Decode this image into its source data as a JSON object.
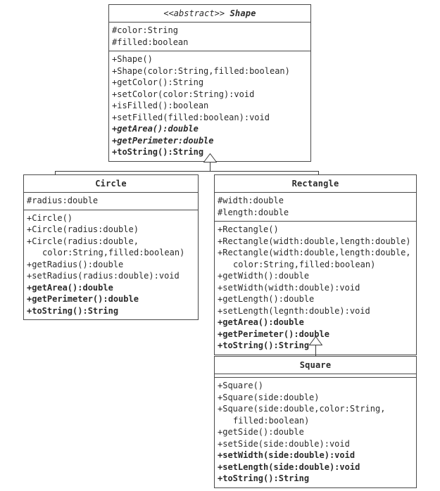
{
  "diagram": {
    "type": "uml-class-diagram",
    "title": "Shape class hierarchy",
    "stroke_color": "#4a4a4a",
    "text_color": "#2b2b2b",
    "background": "#ffffff"
  },
  "classes": {
    "shape": {
      "stereotype": "<<abstract>>",
      "name": "Shape",
      "is_abstract": true,
      "attributes": [
        {
          "text": "#color:String",
          "style": "normal"
        },
        {
          "text": "#filled:boolean",
          "style": "normal"
        }
      ],
      "operations": [
        {
          "text": "+Shape()",
          "style": "normal"
        },
        {
          "text": "+Shape(color:String,filled:boolean)",
          "style": "normal"
        },
        {
          "text": "+getColor():String",
          "style": "normal"
        },
        {
          "text": "+setColor(color:String):void",
          "style": "normal"
        },
        {
          "text": "+isFilled():boolean",
          "style": "normal"
        },
        {
          "text": "+setFilled(filled:boolean):void",
          "style": "normal"
        },
        {
          "text": "+getArea():double",
          "style": "bold-italic"
        },
        {
          "text": "+getPerimeter:double",
          "style": "bold-italic"
        },
        {
          "text": "+toString():String",
          "style": "bold"
        }
      ]
    },
    "circle": {
      "name": "Circle",
      "is_abstract": false,
      "attributes": [
        {
          "text": "#radius:double",
          "style": "normal"
        }
      ],
      "operations": [
        {
          "text": "+Circle()",
          "style": "normal"
        },
        {
          "text": "+Circle(radius:double)",
          "style": "normal"
        },
        {
          "text": "+Circle(radius:double,",
          "style": "normal"
        },
        {
          "text": "color:String,filled:boolean)",
          "style": "normal",
          "continuation": true
        },
        {
          "text": "+getRadius():double",
          "style": "normal"
        },
        {
          "text": "+setRadius(radius:double):void",
          "style": "normal"
        },
        {
          "text": "+getArea():double",
          "style": "bold"
        },
        {
          "text": "+getPerimeter():double",
          "style": "bold"
        },
        {
          "text": "+toString():String",
          "style": "bold"
        }
      ]
    },
    "rectangle": {
      "name": "Rectangle",
      "is_abstract": false,
      "attributes": [
        {
          "text": "#width:double",
          "style": "normal"
        },
        {
          "text": "#length:double",
          "style": "normal"
        }
      ],
      "operations": [
        {
          "text": "+Rectangle()",
          "style": "normal"
        },
        {
          "text": "+Rectangle(width:double,length:double)",
          "style": "normal"
        },
        {
          "text": "+Rectangle(width:double,length:double,",
          "style": "normal"
        },
        {
          "text": "color:String,filled:boolean)",
          "style": "normal",
          "continuation": true
        },
        {
          "text": "+getWidth():double",
          "style": "normal"
        },
        {
          "text": "+setWidth(width:double):void",
          "style": "normal"
        },
        {
          "text": "+getLength():double",
          "style": "normal"
        },
        {
          "text": "+setLength(legnth:double):void",
          "style": "normal"
        },
        {
          "text": "+getArea():double",
          "style": "bold"
        },
        {
          "text": "+getPerimeter():double",
          "style": "bold"
        },
        {
          "text": "+toString():String",
          "style": "bold"
        }
      ]
    },
    "square": {
      "name": "Square",
      "is_abstract": false,
      "attributes": [],
      "operations": [
        {
          "text": "+Square()",
          "style": "normal"
        },
        {
          "text": "+Square(side:double)",
          "style": "normal"
        },
        {
          "text": "+Square(side:double,color:String,",
          "style": "normal"
        },
        {
          "text": "filled:boolean)",
          "style": "normal",
          "continuation": true
        },
        {
          "text": "+getSide():double",
          "style": "normal"
        },
        {
          "text": "+setSide(side:double):void",
          "style": "normal"
        },
        {
          "text": "+setWidth(side:double):void",
          "style": "bold"
        },
        {
          "text": "+setLength(side:double):void",
          "style": "bold"
        },
        {
          "text": "+toString():String",
          "style": "bold"
        }
      ]
    }
  },
  "relationships": [
    {
      "kind": "generalization",
      "from": "Circle",
      "to": "Shape"
    },
    {
      "kind": "generalization",
      "from": "Rectangle",
      "to": "Shape"
    },
    {
      "kind": "generalization",
      "from": "Square",
      "to": "Rectangle"
    }
  ]
}
